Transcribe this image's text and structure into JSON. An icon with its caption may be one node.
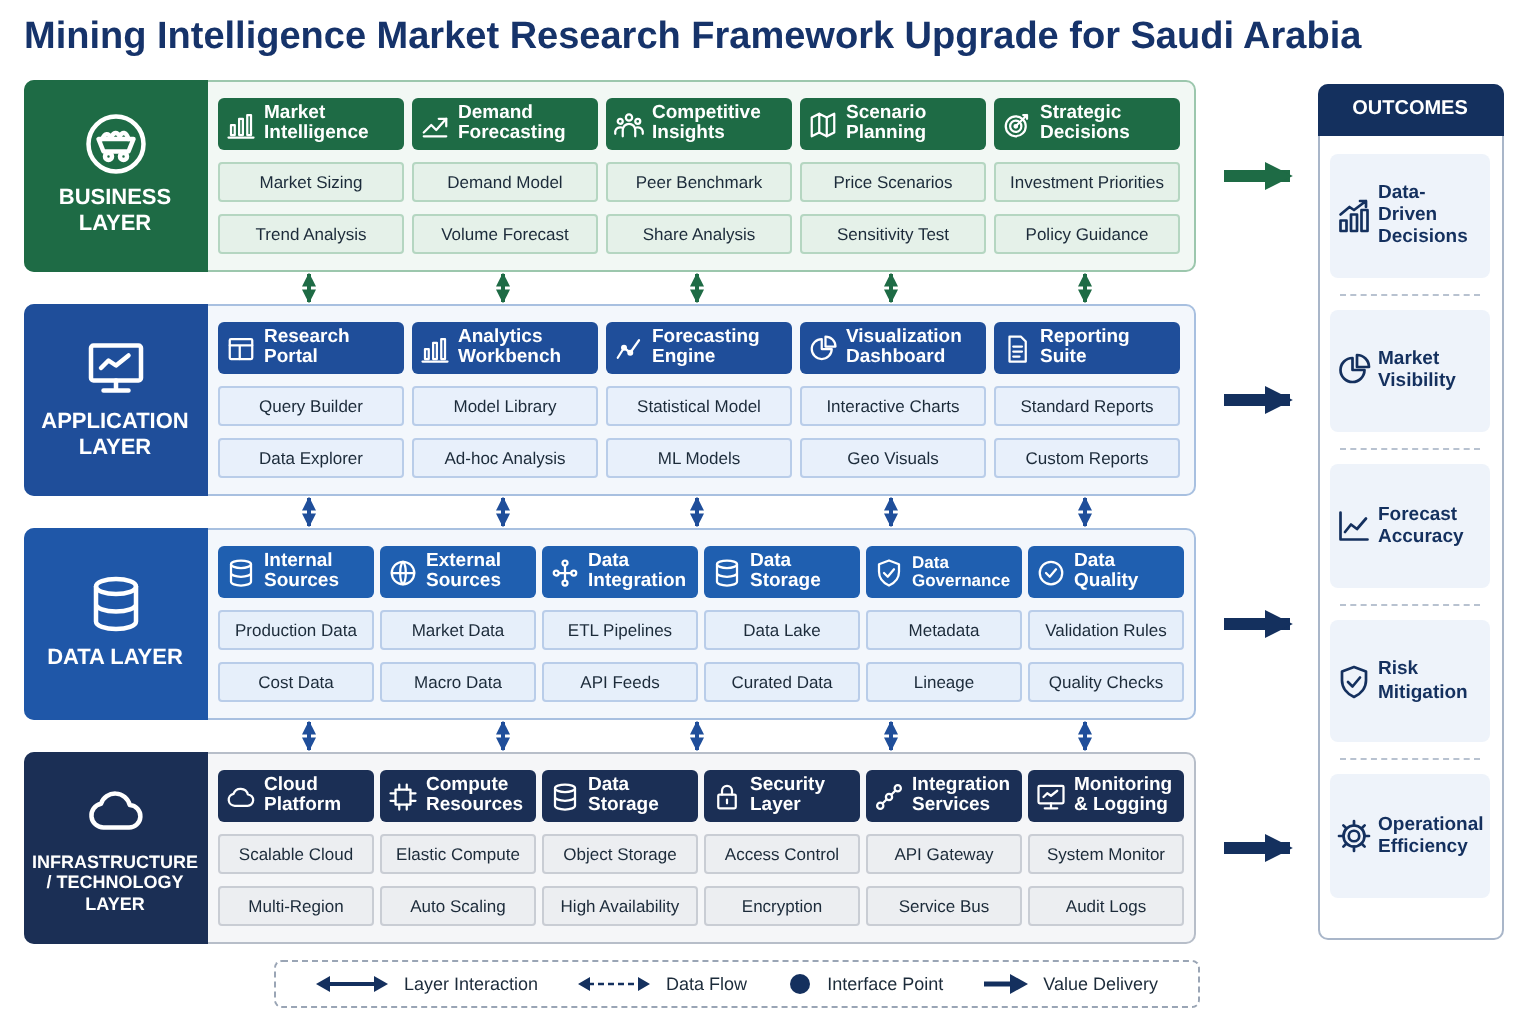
{
  "diagram": {
    "title": "Mining Intelligence Market Research Framework Upgrade for Saudi Arabia",
    "nodes": [
      {
        "text": [
          "BUSINESS LAYER"
        ]
      },
      {
        "text": [
          "Market Intelligence"
        ],
        "in": 0
      },
      {
        "text": [
          "Demand Forecasting"
        ],
        "in": 0
      },
      {
        "text": [
          "Competitive Insights"
        ],
        "in": 0
      },
      {
        "text": [
          "Scenario Planning"
        ],
        "in": 0
      },
      {
        "text": [
          "Strategic Decisions"
        ],
        "in": 0
      },
      {
        "text": [
          "Market Sizing"
        ],
        "in": 0
      },
      {
        "text": [
          "Demand Model"
        ],
        "in": 0
      },
      {
        "text": [
          "Peer Benchmark"
        ],
        "in": 0
      },
      {
        "text": [
          "Price Scenarios"
        ],
        "in": 0
      },
      {
        "text": [
          "Investment Priorities"
        ],
        "in": 0
      },
      {
        "text": [
          "Trend Analysis"
        ],
        "in": 0
      },
      {
        "text": [
          "Volume Forecast"
        ],
        "in": 0
      },
      {
        "text": [
          "Share Analysis"
        ],
        "in": 0
      },
      {
        "text": [
          "Sensitivity Test"
        ],
        "in": 0
      },
      {
        "text": [
          "Policy Guidance"
        ],
        "in": 0
      },
      {
        "text": [
          "APPLICATION LAYER"
        ]
      },
      {
        "text": [
          "Research Portal"
        ],
        "in": 16
      },
      {
        "text": [
          "Analytics Workbench"
        ],
        "in": 16
      },
      {
        "text": [
          "Forecasting Engine"
        ],
        "in": 16
      },
      {
        "text": [
          "Visualization Dashboard"
        ],
        "in": 16
      },
      {
        "text": [
          "Reporting Suite"
        ],
        "in": 16
      },
      {
        "text": [
          "Query Builder"
        ],
        "in": 16
      },
      {
        "text": [
          "Model Library"
        ],
        "in": 16
      },
      {
        "text": [
          "Statistical Model"
        ],
        "in": 16
      },
      {
        "text": [
          "Interactive Charts"
        ],
        "in": 16
      },
      {
        "text": [
          "Standard Reports"
        ],
        "in": 16
      },
      {
        "text": [
          "Data Explorer"
        ],
        "in": 16
      },
      {
        "text": [
          "Ad-hoc Analysis"
        ],
        "in": 16
      },
      {
        "text": [
          "ML Models"
        ],
        "in": 16
      },
      {
        "text": [
          "Geo Visuals"
        ],
        "in": 16
      },
      {
        "text": [
          "Custom Reports"
        ],
        "in": 16
      },
      {
        "text": [
          "DATA LAYER"
        ]
      },
      {
        "text": [
          "Internal Sources"
        ],
        "in": 32
      },
      {
        "text": [
          "External Sources"
        ],
        "in": 32
      },
      {
        "text": [
          "Data Integration"
        ],
        "in": 32
      },
      {
        "text": [
          "Data Storage"
        ],
        "in": 32
      },
      {
        "text": [
          "Data Governance"
        ],
        "in": 32
      },
      {
        "text": [
          "Data Quality"
        ],
        "in": 32
      },
      {
        "text": [
          "Production Data"
        ],
        "in": 32
      },
      {
        "text": [
          "Market Data"
        ],
        "in": 32
      },
      {
        "text": [
          "ETL Pipelines"
        ],
        "in": 32
      },
      {
        "text": [
          "Data Lake"
        ],
        "in": 32
      },
      {
        "text": [
          "Metadata"
        ],
        "in": 32
      },
      {
        "text": [
          "Validation Rules"
        ],
        "in": 32
      },
      {
        "text": [
          "Cost Data"
        ],
        "in": 32
      },
      {
        "text": [
          "Macro Data"
        ],
        "in": 32
      },
      {
        "text": [
          "API Feeds"
        ],
        "in": 32
      },
      {
        "text": [
          "Curated Data"
        ],
        "in": 32
      },
      {
        "text": [
          "Lineage"
        ],
        "in": 32
      },
      {
        "text": [
          "Quality Checks"
        ],
        "in": 32
      },
      {
        "text": [
          "INFRASTRUCTURE / TECHNOLOGY LAYER"
        ]
      },
      {
        "text": [
          "Cloud Platform"
        ],
        "in": 51
      },
      {
        "text": [
          "Compute Resources"
        ],
        "in": 51
      },
      {
        "text": [
          "Data Storage"
        ],
        "in": 51
      },
      {
        "text": [
          "Security Layer"
        ],
        "in": 51
      },
      {
        "text": [
          "Integration Services"
        ],
        "in": 51
      },
      {
        "text": [
          "Monitoring & Logging"
        ],
        "in": 51
      },
      {
        "text": [
          "Scalable Cloud"
        ],
        "in": 51
      },
      {
        "text": [
          "Elastic Compute"
        ],
        "in": 51
      },
      {
        "text": [
          "Object Storage"
        ],
        "in": 51
      },
      {
        "text": [
          "Access Control"
        ],
        "in": 51
      },
      {
        "text": [
          "API Gateway"
        ],
        "in": 51
      },
      {
        "text": [
          "System Monitor"
        ],
        "in": 51
      },
      {
        "text": [
          "Multi-Region"
        ],
        "in": 51
      },
      {
        "text": [
          "Auto Scaling"
        ],
        "in": 51
      },
      {
        "text": [
          "High Availability"
        ],
        "in": 51
      },
      {
        "text": [
          "Encryption"
        ],
        "in": 51
      },
      {
        "text": [
          "Service Bus"
        ],
        "in": 51
      },
      {
        "text": [
          "Audit Logs"
        ],
        "in": 51
      },
      {
        "text": [
          "OUTCOMES"
        ]
      },
      {
        "text": [
          "Data-Driven Decisions"
        ],
        "in": 70
      },
      {
        "text": [
          "Market Visibility"
        ],
        "in": 70
      },
      {
        "text": [
          "Forecast Accuracy"
        ],
        "in": 70
      },
      {
        "text": [
          "Risk Mitigation"
        ],
        "in": 70
      },
      {
        "text": [
          "Operational Efficiency"
        ],
        "in": 70
      }
    ],
    "edges": [
      {
        "from": 0,
        "to": 16,
        "arrow": "both",
        "color": "#1e6b45"
      },
      {
        "from": 0,
        "to": 16,
        "arrow": "both",
        "color": "#1e6b45"
      },
      {
        "from": 0,
        "to": 16,
        "arrow": "both",
        "color": "#1e6b45"
      },
      {
        "from": 0,
        "to": 16,
        "arrow": "both",
        "color": "#1e6b45"
      },
      {
        "from": 0,
        "to": 16,
        "arrow": "both",
        "color": "#1e6b45"
      },
      {
        "from": 16,
        "to": 32,
        "arrow": "both"
      },
      {
        "from": 16,
        "to": 32,
        "arrow": "both"
      },
      {
        "from": 16,
        "to": 32,
        "arrow": "both"
      },
      {
        "from": 16,
        "to": 32,
        "arrow": "both"
      },
      {
        "from": 16,
        "to": 32,
        "arrow": "both"
      },
      {
        "from": 32,
        "to": 51,
        "arrow": "both"
      },
      {
        "from": 32,
        "to": 51,
        "arrow": "both"
      },
      {
        "from": 32,
        "to": 51,
        "arrow": "both"
      },
      {
        "from": 32,
        "to": 51,
        "arrow": "both"
      },
      {
        "from": 32,
        "to": 51,
        "arrow": "both"
      },
      {
        "from": 0,
        "to": 70,
        "arrow": "to",
        "style": "thick",
        "color": "#1e6b45"
      },
      {
        "from": 16,
        "to": 70,
        "arrow": "to",
        "style": "thick",
        "color": "#14305e"
      },
      {
        "from": 32,
        "to": 70,
        "arrow": "to",
        "style": "thick",
        "color": "#14305e"
      },
      {
        "from": 51,
        "to": 70,
        "arrow": "to",
        "style": "thick",
        "color": "#14305e"
      }
    ],
    "legend": [
      {
        "text": "Layer Interaction"
      },
      {
        "text": "Data Flow"
      },
      {
        "text": "Interface Point"
      },
      {
        "text": "Value Delivery"
      }
    ]
  }
}
